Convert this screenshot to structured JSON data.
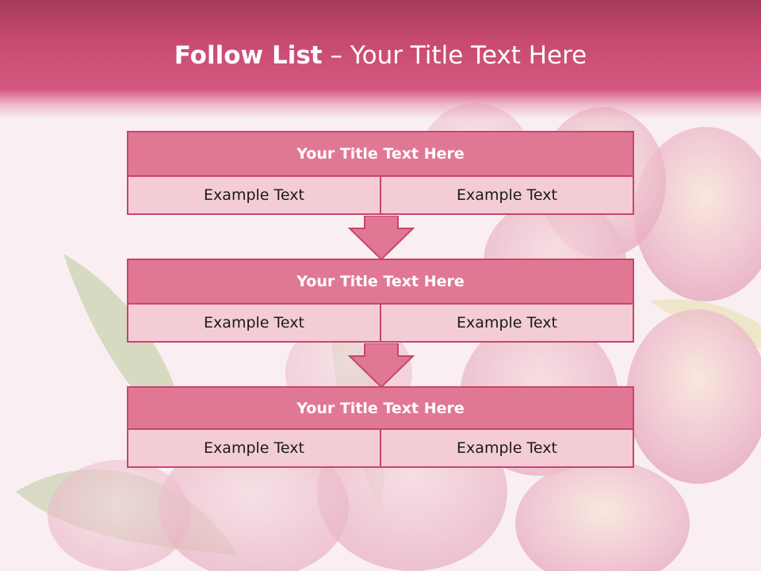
{
  "slide": {
    "title_bold": "Follow List",
    "title_rest": " – Your Title Text Here"
  },
  "steps": [
    {
      "title": "Your Title Text Here",
      "left": "Example Text",
      "right": "Example Text"
    },
    {
      "title": "Your Title Text Here",
      "left": "Example Text",
      "right": "Example Text"
    },
    {
      "title": "Your Title Text Here",
      "left": "Example Text",
      "right": "Example Text"
    }
  ],
  "colors": {
    "header": "#c84a70",
    "box_title": "#e07894",
    "box_cell": "#f3ccd6",
    "border": "#c9446c",
    "arrow": "#e07894"
  },
  "icons": {
    "connector": "down-arrow-icon",
    "background": "tulip-background"
  }
}
